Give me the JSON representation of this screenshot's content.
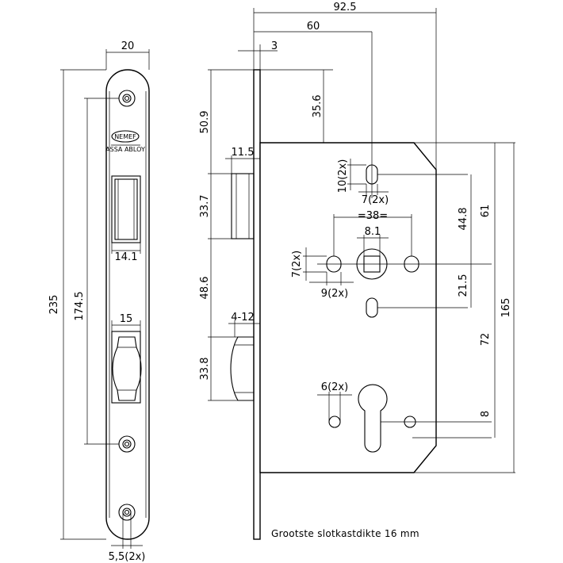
{
  "faceplate": {
    "brand": "NEMEF",
    "sub_brand": "ASSA ABLOY",
    "dims": {
      "width": "20",
      "length": "235",
      "hole_distance": "174.5",
      "latch_width": "14.1",
      "bolt_width": "15",
      "hole_diameter": "5,5(2x)"
    }
  },
  "lockcase": {
    "dims": {
      "total_depth": "92.5",
      "backset": "60",
      "plate_thickness": "3",
      "top_to_case": "50.9",
      "top_to_hole": "35.6",
      "latch_projection": "11.5",
      "latch_height": "33.7",
      "latch_to_bolt": "48.6",
      "bolt_projection": "4-12",
      "bolt_height": "33.8",
      "slot_height": "10(2x)",
      "slot_width": "7(2x)",
      "follower_spacing": "38",
      "follower_square": "8.1",
      "left_hole": "7(2x)",
      "left_hole_offset": "9(2x)",
      "cyl_hole": "6(2x)",
      "case_to_follower": "44.8",
      "case_upper": "61",
      "follower_to_slot": "21.5",
      "follower_to_cylinder": "72",
      "case_height": "165",
      "cylinder_offset": "8"
    },
    "caption": "Grootste slotkastdikte 16 mm"
  }
}
